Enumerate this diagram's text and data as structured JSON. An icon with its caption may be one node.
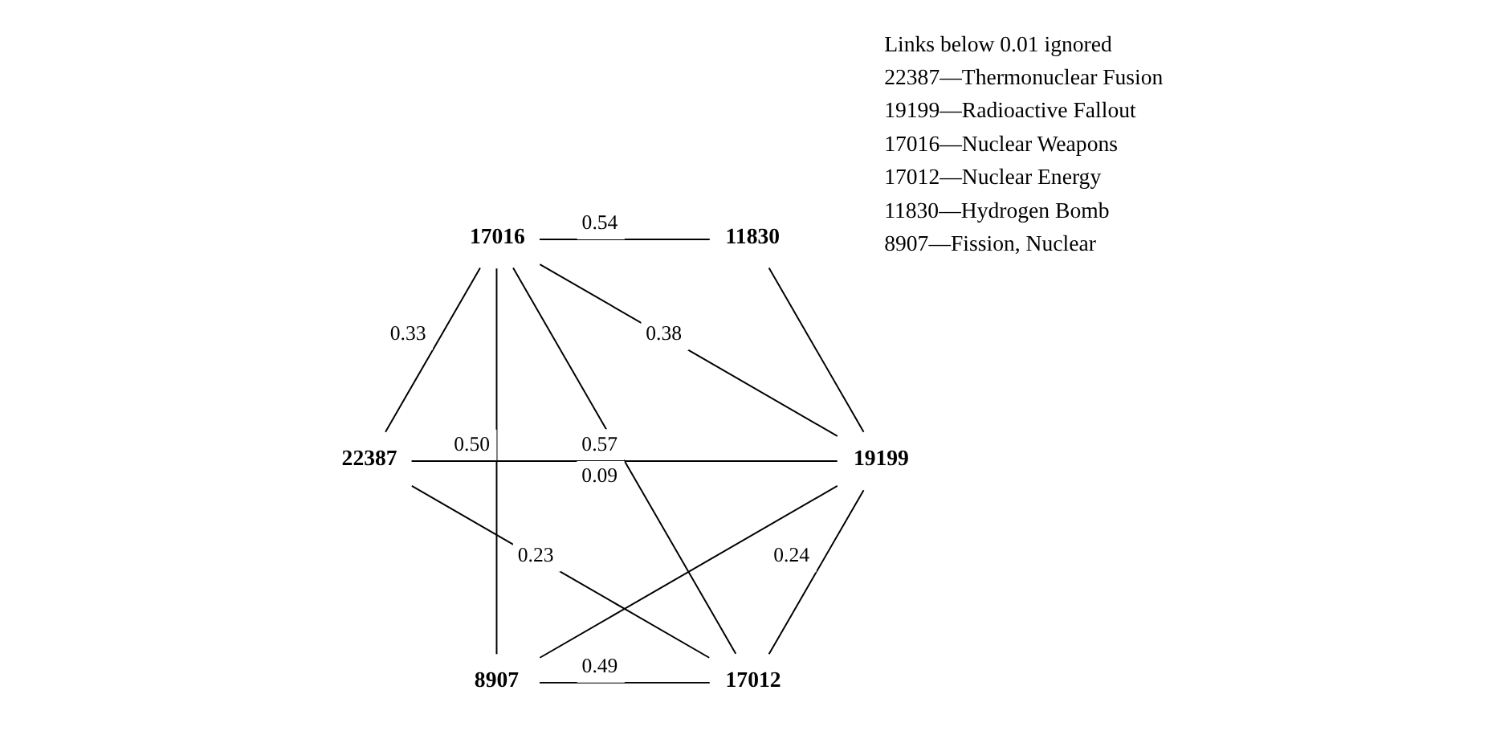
{
  "diagram": {
    "nodes": [
      {
        "text": [
          "17012"
        ]
      },
      {
        "text": [
          "11830"
        ]
      },
      {
        "text": [
          "17016"
        ]
      },
      {
        "text": [
          "8907"
        ]
      },
      {
        "text": [
          "19199"
        ]
      },
      {
        "text": [
          "22387"
        ]
      }
    ],
    "edges": [
      {
        "from": 0,
        "to": 2,
        "arrow": "none",
        "label": "0.57"
      },
      {
        "from": 0,
        "to": 4,
        "arrow": "none",
        "label": "0.24"
      },
      {
        "from": 0,
        "to": 5,
        "arrow": "none",
        "label": "0.23"
      },
      {
        "from": 0,
        "to": 3,
        "arrow": "none",
        "label": "0.49"
      },
      {
        "from": 1,
        "to": 2,
        "arrow": "none",
        "label": "0.54"
      },
      {
        "from": 1,
        "to": 4,
        "arrow": "none"
      },
      {
        "from": 2,
        "to": 3,
        "arrow": "none",
        "label": "0.50"
      },
      {
        "from": 3,
        "to": 4,
        "arrow": "none"
      },
      {
        "from": 2,
        "to": 4,
        "arrow": "none",
        "label": "0.38"
      },
      {
        "from": 2,
        "to": 5,
        "arrow": "none",
        "label": "0.33"
      },
      {
        "from": 4,
        "to": 5,
        "arrow": "none",
        "label": "0.09"
      }
    ],
    "labels": [
      "Links below 0.01 ignored",
      "22387—Thermonuclear Fusion",
      "19199—Radioactive Fallout",
      "17016—Nuclear Weapons",
      "17012—Nuclear Energy",
      "11830—Hydrogen Bomb",
      "8907—Fission, Nuclear"
    ]
  }
}
